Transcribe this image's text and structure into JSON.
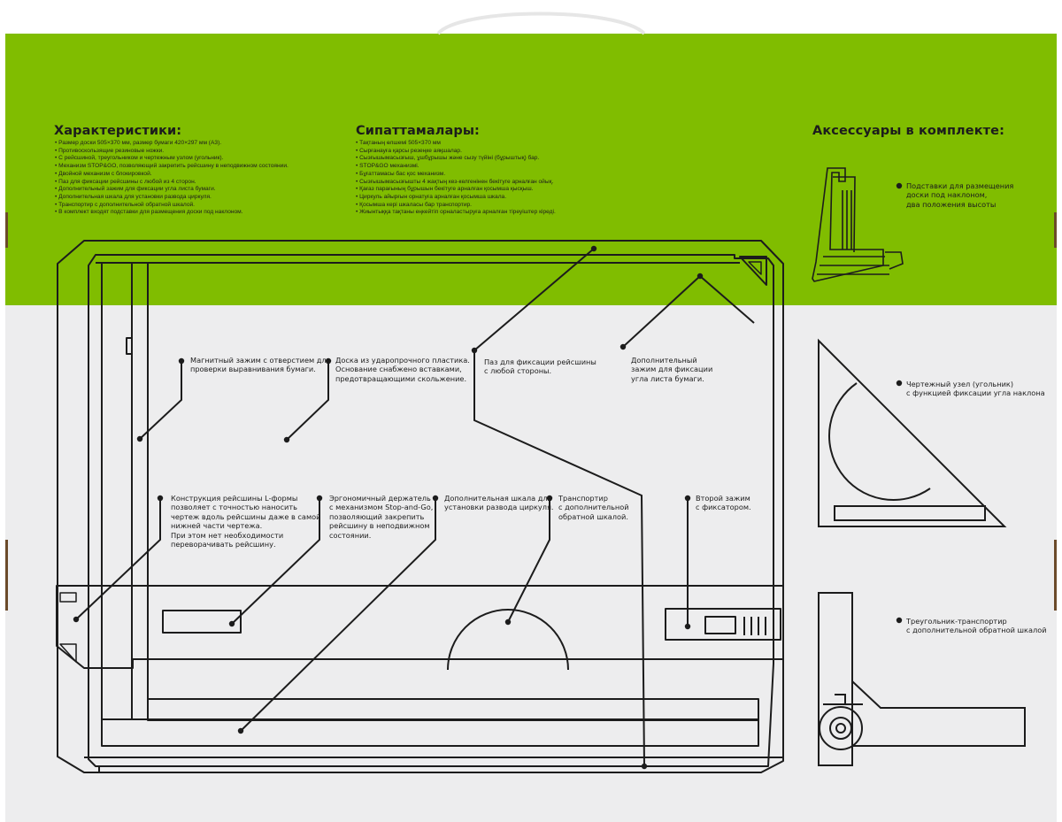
{
  "colors": {
    "accent_green": "#80bd00",
    "panel_grey": "#ededee",
    "ink": "#1c1c1c"
  },
  "sections": {
    "specs_ru": {
      "title": "Характеристики:",
      "items": [
        "Размер доски 505×370 мм, размер бумаги 420×297 мм (А3).",
        "Противоскользящие резиновые ножки.",
        "С рейсшиной, треугольником и чертежным узлом (угольник).",
        "Механизм STOP&GO, позволяющий закрепить рейсшину в неподвижном состоянии.",
        "Двойной механизм с блокировкой.",
        "Паз для фиксации рейсшины с любой из 4 сторон.",
        "Дополнительный зажим для фиксации угла листа бумаги.",
        "Дополнительная шкала для установки развода циркуля.",
        "Транспортир с дополнительной обратной шкалой.",
        "В комплект входят подставки для размещения доски под наклоном."
      ]
    },
    "specs_kz": {
      "title": "Сипаттамалары:",
      "items": [
        "Тақтаның өлшемі 505×370 мм",
        "Сырғанауға қарсы резеңке аяқшалар.",
        "Сызғышымасызғыш, ұшбұрышы және сызу түйіні (бұрыштық) бар.",
        "STOP&GO механизмі.",
        "Бұғаттамасы бас қос механизм.",
        "Сызғышымасызғышты 4 жақтың кез-келгенінен бекітуге арналған ойық.",
        "Қағаз парағының бұрышын бекітуге арналған қосымша қысқыш.",
        "Циркуль айырғын орнатуға арналған қосымша шкала.",
        "Қосымша кері шкаласы бар транспортир.",
        "Жиынтыққа тақтаны еңкейтіп орналастыруға арналған тіреуіштер кіреді."
      ]
    },
    "accessories": {
      "title": "Аксессуары в комплекте:"
    }
  },
  "callouts": {
    "magnetic_clip": [
      "Магнитный зажим с отверстием для",
      "проверки выравнивания бумаги."
    ],
    "board": [
      "Доска из ударопрочного пластика.",
      "Основание снабжено вставками,",
      "предотвращающими скольжение."
    ],
    "slot": [
      "Паз для фиксации рейсшины",
      "с любой стороны."
    ],
    "corner_clip": [
      "Дополнительный",
      "зажим для фиксации",
      "угла листа бумаги."
    ],
    "l_ruler": [
      "Конструкция рейсшины L-формы",
      "позволяет с точностью наносить",
      "чертеж вдоль рейсшины даже в самой",
      "нижней части чертежа.",
      "При этом нет необходимости",
      "переворачивать рейсшину."
    ],
    "holder": [
      "Эргономичный держатель",
      "с механизмом Stop-and-Go,",
      "позволяющий закрепить",
      "рейсшину в неподвижном",
      "состоянии."
    ],
    "compass_scale": [
      "Дополнительная шкала для",
      "установки развода циркуля."
    ],
    "protractor": [
      "Транспортир",
      "с дополнительной",
      "обратной шкалой."
    ],
    "second_clip": [
      "Второй зажим",
      "с фиксатором."
    ],
    "stands": [
      "Подставки для размещения",
      "доски под наклоном,",
      "два положения высоты"
    ],
    "drafting_head": [
      "Чертежный узел (угольник)",
      "с функцией фиксации угла наклона"
    ],
    "triangle": [
      "Треугольник-транспортир",
      "с дополнительной обратной шкалой"
    ]
  }
}
